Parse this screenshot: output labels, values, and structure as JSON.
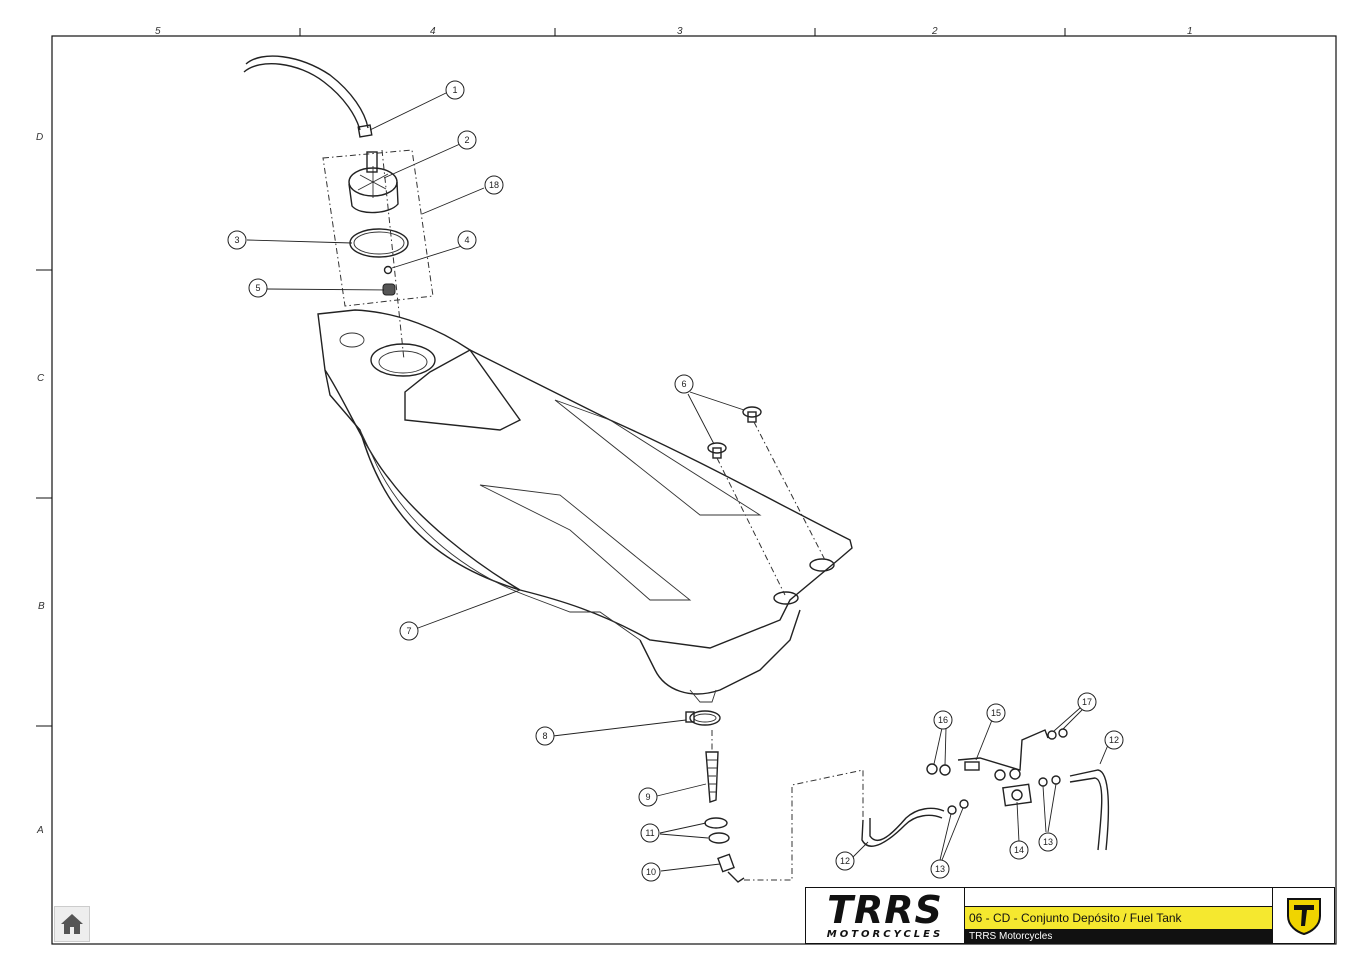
{
  "grid": {
    "columns": [
      "5",
      "4",
      "3",
      "2",
      "1"
    ],
    "rows": [
      "D",
      "C",
      "B",
      "A"
    ]
  },
  "callouts": [
    "1",
    "2",
    "3",
    "4",
    "5",
    "6",
    "7",
    "8",
    "9",
    "10",
    "11",
    "12",
    "12",
    "13",
    "13",
    "14",
    "15",
    "16",
    "17",
    "18"
  ],
  "title_block": {
    "logo_main": "TRRS",
    "logo_sub": "MOTORCYCLES",
    "title": "06 - CD - Conjunto Depósito / Fuel Tank",
    "subtitle": "TRRS Motorcycles",
    "accent_color": "#f5e82f",
    "badge_icon": "trrs-shield-icon"
  },
  "nav": {
    "home_icon": "home-icon"
  }
}
